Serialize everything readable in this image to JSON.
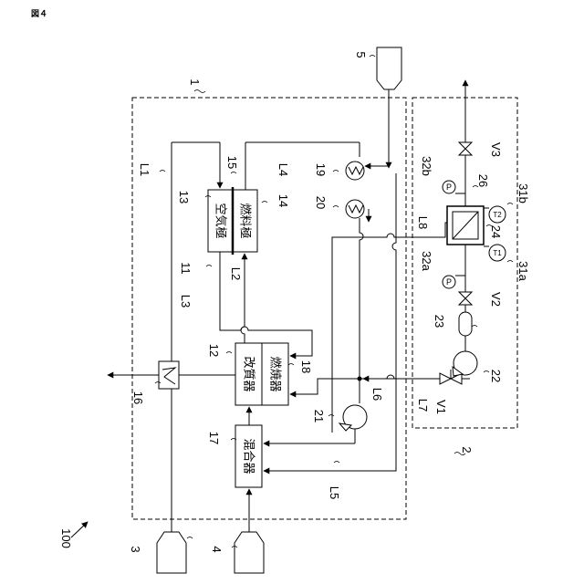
{
  "figure": {
    "label": "図４"
  },
  "refs": {
    "r100": "100",
    "r1": "1",
    "r2": "2",
    "r3": "3",
    "r4": "4",
    "r5": "5",
    "r11": "11",
    "r12": "12",
    "r13": "13",
    "r14": "14",
    "r15": "15",
    "r16": "16",
    "r17": "17",
    "r18": "18",
    "r19": "19",
    "r20": "20",
    "r21": "21",
    "r22": "22",
    "r23": "23",
    "r24": "24",
    "r26": "26",
    "r31a": "31a",
    "r31b": "31b",
    "r32a": "32a",
    "r32b": "32b"
  },
  "lines": {
    "L1": "L1",
    "L2": "L2",
    "L3": "L3",
    "L4": "L4",
    "L5": "L5",
    "L6": "L6",
    "L7": "L7",
    "L8": "L8"
  },
  "valves": {
    "V1": "V1",
    "V2": "V2",
    "V3": "V3"
  },
  "blocks": {
    "air_electrode": "空気極",
    "fuel_electrode": "燃料極",
    "reformer": "改質器",
    "combustor": "燃焼器",
    "mixer": "混合器"
  },
  "gauges": {
    "P": "P",
    "T1": "T1",
    "T2": "T2"
  }
}
